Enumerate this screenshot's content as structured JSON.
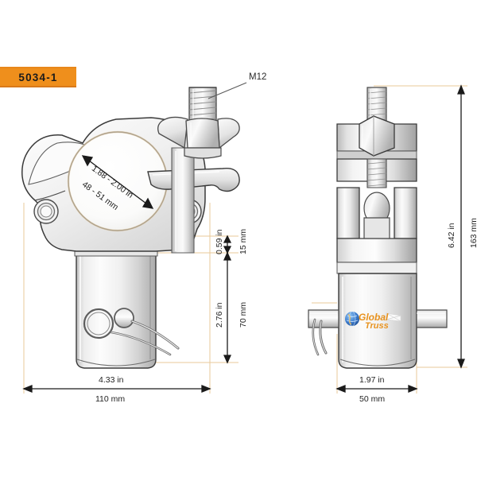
{
  "drawing": {
    "part_number": "5034-1",
    "background_color": "#ffffff",
    "label_color": "#ef8f1c",
    "extension_line_color": "#e8c89a",
    "dimension_line_color": "#1a1a1a",
    "metal_light": "#f2f2f2",
    "metal_mid": "#d4d4d4",
    "metal_dark": "#9a9a9a",
    "outline_color": "#3a3a3a"
  },
  "views": {
    "front": {
      "name": "front-view",
      "description": "Half coupler clamp front elevation with wing nut, clamp jaws, bolt bosses and spigot with R-clip"
    },
    "side": {
      "name": "side-view",
      "description": "Half coupler clamp side elevation with hex nut, threaded bolt and branded spigot body"
    }
  },
  "callouts": [
    {
      "name": "thread-callout",
      "text": "M12"
    }
  ],
  "dimensions": {
    "bore": {
      "name": "bore-diameter",
      "inches": "1.88 - 2.00 in",
      "millimeters": "48 - 51 mm"
    },
    "spigot_collar": {
      "name": "spigot-collar-height",
      "inches": "0.59 in",
      "millimeters": "15 mm"
    },
    "spigot_length": {
      "name": "spigot-length",
      "inches": "2.76 in",
      "millimeters": "70 mm"
    },
    "overall_width": {
      "name": "overall-width",
      "inches": "4.33 in",
      "millimeters": "110 mm"
    },
    "side_width": {
      "name": "side-view-width",
      "inches": "1.97 in",
      "millimeters": "50 mm"
    },
    "overall_height": {
      "name": "overall-height",
      "inches": "6.42 in",
      "millimeters": "163 mm"
    }
  },
  "brand": {
    "name": "global-truss-logo",
    "line1": "Global",
    "line2": "Truss",
    "text_color": "#e8921e",
    "globe_color": "#2f6fc4"
  }
}
